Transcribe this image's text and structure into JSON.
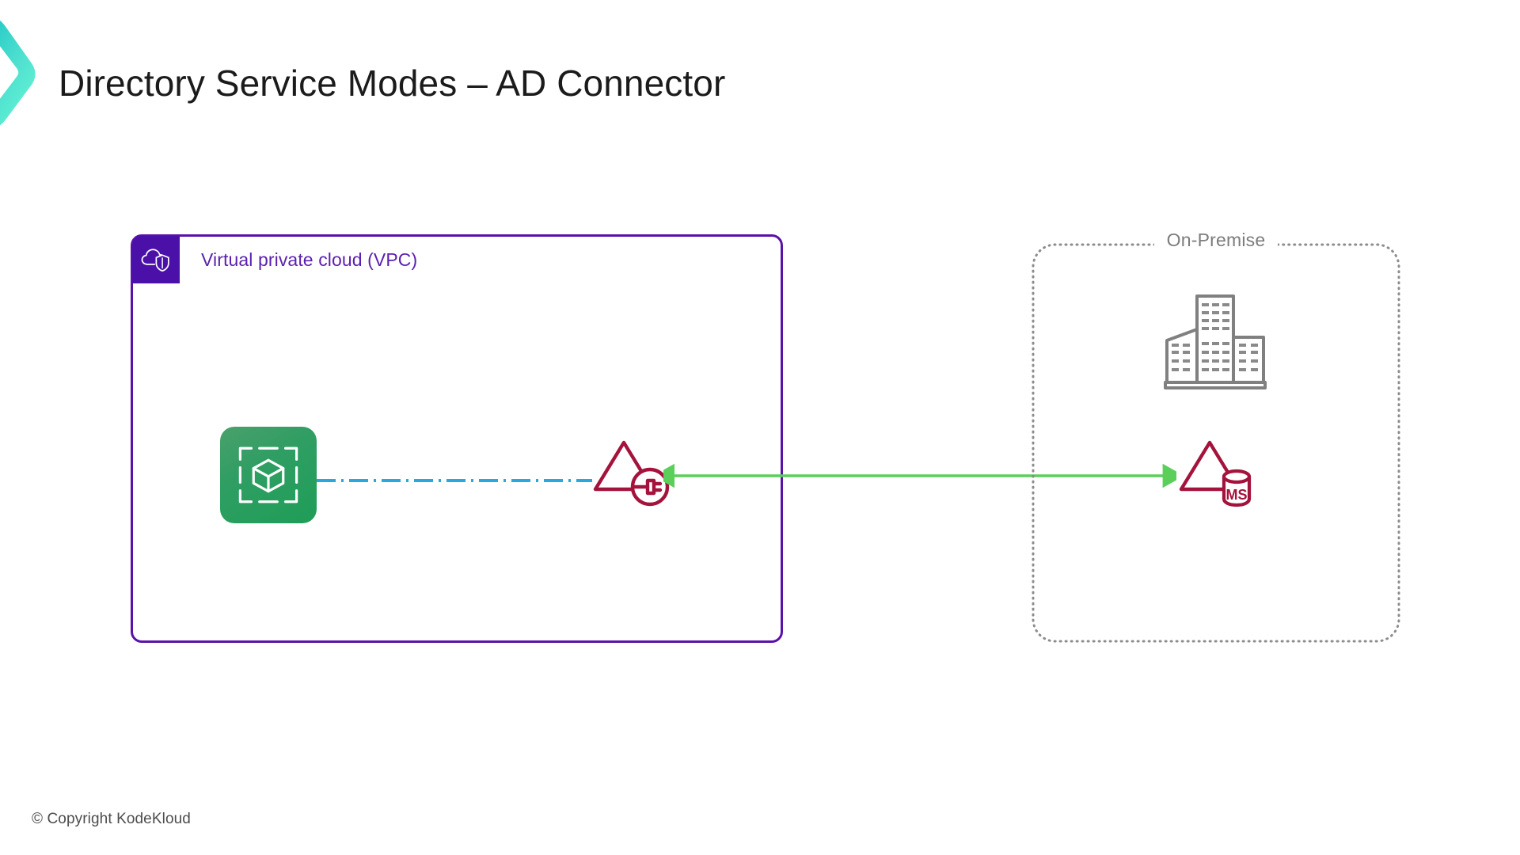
{
  "slide": {
    "title": "Directory Service Modes – AD Connector",
    "footer": "© Copyright KodeKloud"
  },
  "vpc": {
    "label": "Virtual private cloud (VPC)",
    "badge_icon": "cloud-shield-icon",
    "border_color": "#5a11a8",
    "badge_color": "#4b10a8",
    "label_color": "#5a1fb0"
  },
  "onpremise": {
    "label": "On-Premise",
    "border_color": "#8c8c8c",
    "label_color": "#7c7c7c"
  },
  "nodes": {
    "service_icon": {
      "name": "aws-directory-service-icon",
      "color": "#1f9d57"
    },
    "ad_connector": {
      "name": "ad-connector-icon",
      "color": "#a4133c"
    },
    "building": {
      "name": "office-building-icon",
      "color": "#808080"
    },
    "ms_ad": {
      "name": "microsoft-active-directory-icon",
      "label": "MS",
      "color": "#a4133c"
    }
  },
  "connections": {
    "vpc_internal_link": {
      "name": "dash-dot-link",
      "style": "dash-dot",
      "color": "#29a8dd",
      "direction": "none"
    },
    "onprem_link": {
      "name": "bidirectional-arrow",
      "style": "solid",
      "color": "#5acf5a",
      "direction": "bidirectional"
    }
  },
  "decoration": {
    "swoosh": {
      "name": "brand-swoosh",
      "color_from": "#2fd6c8",
      "color_to": "#62f0d4"
    }
  }
}
